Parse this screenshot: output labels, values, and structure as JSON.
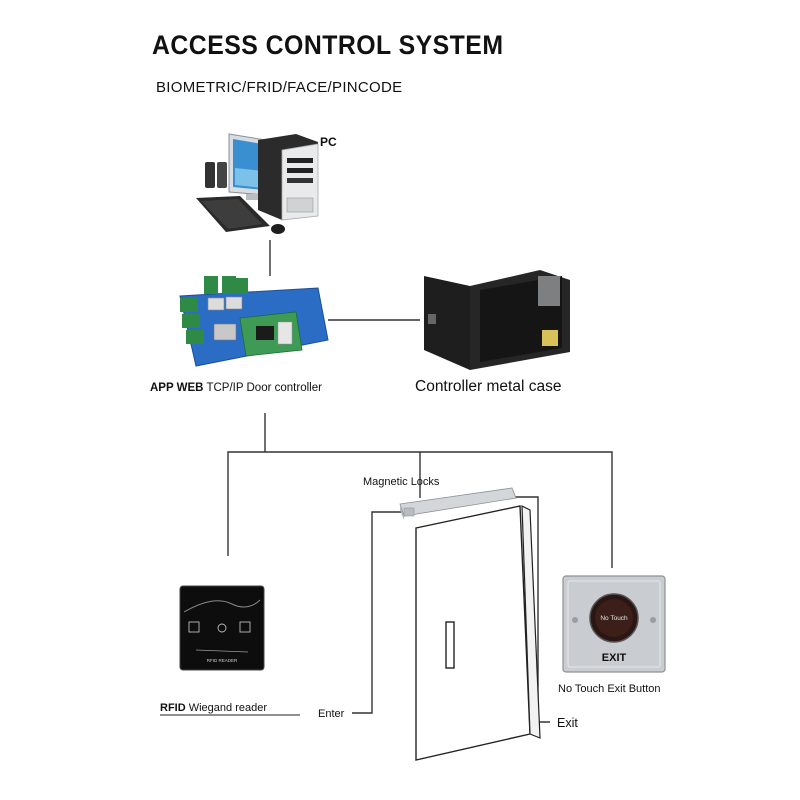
{
  "title": "ACCESS CONTROL SYSTEM",
  "subtitle": "BIOMETRIC/FRID/FACE/PINCODE",
  "nodes": {
    "pc": {
      "label": "PC"
    },
    "controller": {
      "label_bold": "APP WEB",
      "label_rest": " TCP/IP Door controller"
    },
    "metal_case": {
      "label": "Controller metal case"
    },
    "magnetic_lock": {
      "label": "Magnetic Locks"
    },
    "rfid_reader": {
      "label_bold": "RFID",
      "label_rest": " Wiegand reader",
      "device_text": "RFID READER"
    },
    "exit_button": {
      "label": "No Touch Exit Button",
      "sensor_text": "No Touch",
      "plate_text": "EXIT"
    },
    "enter_wire": {
      "label": "Enter"
    },
    "exit_wire": {
      "label": "Exit"
    }
  },
  "colors": {
    "board_blue": "#2b6cc4",
    "pcb_green": "#2f8a45",
    "case_black": "#1e1e1e",
    "steel": "#c9ccd0",
    "door_white": "#ffffff"
  }
}
